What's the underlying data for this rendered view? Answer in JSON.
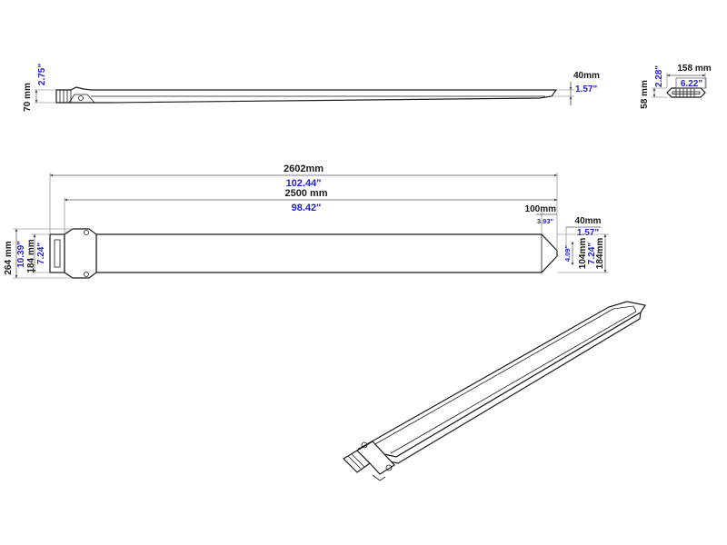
{
  "side_view": {
    "thickness_mm": "70 mm",
    "thickness_in": "2.75\"",
    "tip_mm": "40mm",
    "tip_in": "1.57\""
  },
  "end_view": {
    "width_mm": "158 mm",
    "width_in": "6.22\"",
    "height_mm": "58 mm",
    "height_in": "2.28\""
  },
  "top_view": {
    "overall_length_mm": "2602mm",
    "overall_length_in": "102.44\"",
    "sleeve_length_mm": "2500 mm",
    "sleeve_length_in": "98.42\"",
    "taper_length_mm": "100mm",
    "taper_length_in": "3.93\"",
    "tip_length_mm": "40mm",
    "tip_length_in": "1.57\"",
    "outer_width_mm": "264 mm",
    "outer_width_in": "10.39\"",
    "inner_width_mm": "184 mm",
    "inner_width_in": "7.24\"",
    "tip_width_mm": "104mm",
    "tip_width_in": "4.09\"",
    "end_width_mm": "184mm",
    "end_width_in": "7.24\""
  },
  "colors": {
    "metric_text": "#1a1a1a",
    "imperial_text": "#2323c8",
    "outline": "#1a1a1a"
  }
}
